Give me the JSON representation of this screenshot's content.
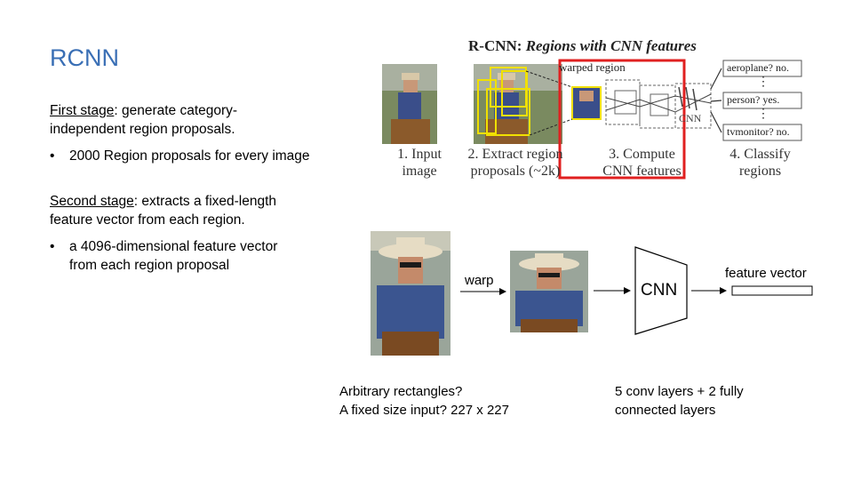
{
  "slide": {
    "title": "RCNN",
    "first_stage": {
      "heading": "First stage",
      "text_line1": ": generate category-",
      "text_line2": "independent region proposals.",
      "bullet": "2000 Region proposals for every image"
    },
    "second_stage": {
      "heading": "Second stage",
      "text_line1": ": extracts a fixed-length",
      "text_line2": "feature vector from each region.",
      "bullet_line1": "a 4096-dimensional feature vector",
      "bullet_line2": "from each region proposal"
    },
    "bullet_glyph": "•"
  },
  "figure": {
    "title_bold": "R-CNN: ",
    "title_italic": "Regions with CNN features",
    "warped_region": "warped region",
    "cnn_small": "CNN",
    "outputs": [
      "aeroplane? no.",
      "person? yes.",
      "tvmonitor? no."
    ],
    "ellipsis": "⋮",
    "steps": [
      {
        "line1": "1. Input",
        "line2": "image"
      },
      {
        "line1": "2. Extract region",
        "line2": "proposals (~2k)"
      },
      {
        "line1": "3. Compute",
        "line2": "CNN features"
      },
      {
        "line1": "4. Classify",
        "line2": "regions"
      }
    ],
    "highlight_color": "#e02020",
    "proposal_box_color": "#f0e000"
  },
  "pipeline": {
    "warp_label": "warp",
    "cnn_label": "CNN",
    "feature_vector_label": "feature vector",
    "note_left_line1": "Arbitrary rectangles?",
    "note_left_line2": "A fixed size input? 227 x 227",
    "note_right_line1": "5 conv layers + 2 fully",
    "note_right_line2": "connected layers"
  }
}
